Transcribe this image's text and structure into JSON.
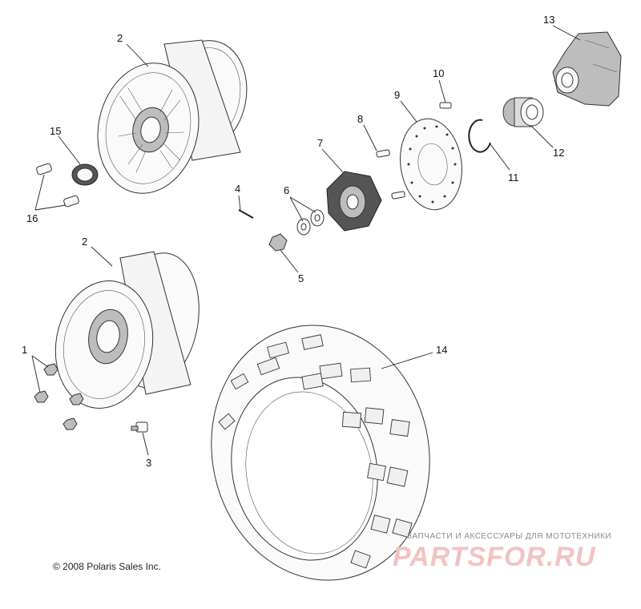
{
  "callouts": [
    {
      "id": "c1",
      "text": "1"
    },
    {
      "id": "c2a",
      "text": "2"
    },
    {
      "id": "c2b",
      "text": "2"
    },
    {
      "id": "c3",
      "text": "3"
    },
    {
      "id": "c4",
      "text": "4"
    },
    {
      "id": "c5",
      "text": "5"
    },
    {
      "id": "c6",
      "text": "6"
    },
    {
      "id": "c7",
      "text": "7"
    },
    {
      "id": "c8",
      "text": "8"
    },
    {
      "id": "c9",
      "text": "9"
    },
    {
      "id": "c10",
      "text": "10"
    },
    {
      "id": "c11",
      "text": "11"
    },
    {
      "id": "c12",
      "text": "12"
    },
    {
      "id": "c13",
      "text": "13"
    },
    {
      "id": "c14",
      "text": "14"
    },
    {
      "id": "c15",
      "text": "15"
    },
    {
      "id": "c16",
      "text": "16"
    }
  ],
  "copyright": "© 2008 Polaris Sales Inc.",
  "watermark": {
    "tagline": "ЗАПЧАСТИ И АКСЕССУАРЫ ДЛЯ МОТОТЕХНИКИ",
    "logo": "PARTSFOR.RU"
  }
}
